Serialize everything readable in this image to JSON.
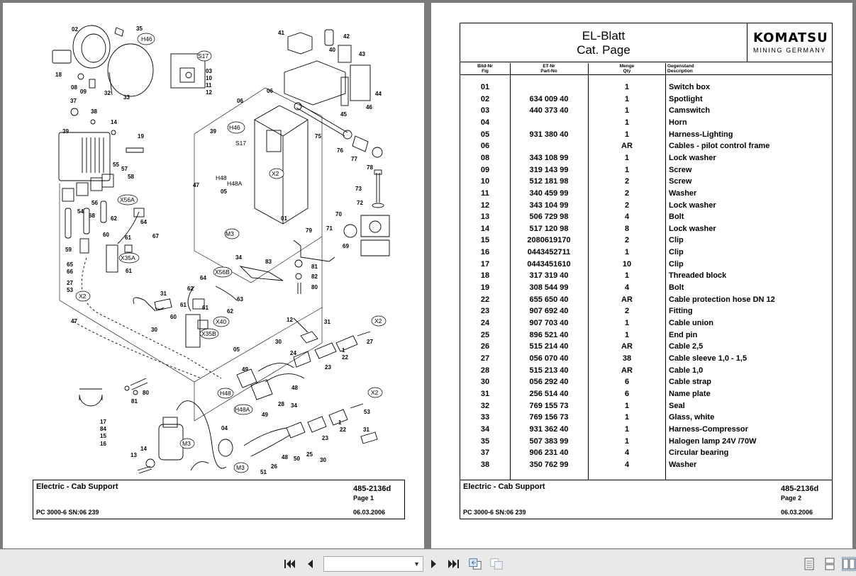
{
  "left_page": {
    "footer": {
      "title": "Electric - Cab Support",
      "doc_no": "485-2136d",
      "page": "Page 1",
      "model": "PC 3000-6 SN:06 239",
      "date": "06.03.2006"
    },
    "callouts": [
      "02",
      "35",
      "H46",
      "18",
      "08",
      "09",
      "32",
      "33",
      "37",
      "38",
      "14",
      "39",
      "19",
      "55",
      "57",
      "58",
      "54",
      "56",
      "68",
      "X56A",
      "64",
      "62",
      "60",
      "61",
      "67",
      "59",
      "65",
      "66",
      "X35A",
      "61",
      "27",
      "53",
      "X2",
      "47",
      "41",
      "42",
      "40",
      "43",
      "44",
      "46",
      "45",
      "S17",
      "03",
      "10",
      "11",
      "12",
      "06",
      "06",
      "H46",
      "39",
      "S17",
      "75",
      "76",
      "77",
      "78",
      "73",
      "72",
      "70",
      "71",
      "69",
      "X2",
      "H48",
      "H48A",
      "47",
      "05",
      "01",
      "79",
      "M3",
      "34",
      "83",
      "81",
      "82",
      "80",
      "64",
      "X56B",
      "62",
      "61",
      "31",
      "61",
      "63",
      "62",
      "60",
      "X40",
      "X35B",
      "30",
      "12",
      "31",
      "X2",
      "27",
      "24",
      "1",
      "22",
      "30",
      "05",
      "23",
      "49",
      "48",
      "H48",
      "H48A",
      "28",
      "49",
      "34",
      "X2",
      "53",
      "1",
      "22",
      "31",
      "25",
      "23",
      "17",
      "84",
      "15",
      "16",
      "81",
      "80",
      "04",
      "13",
      "14",
      "M3",
      "M3",
      "51",
      "26",
      "48",
      "50",
      "30"
    ]
  },
  "right_page": {
    "header": {
      "title_line1": "EL-Blatt",
      "title_line2": "Cat. Page",
      "logo_main": "KOMATSU",
      "logo_sub": "MINING GERMANY"
    },
    "columns": {
      "fig_de": "Bild-Nr",
      "fig_en": "Fig",
      "part_de": "ET-Nr",
      "part_en": "Part-No",
      "qty_de": "Menge",
      "qty_en": "Qty",
      "desc_de": "Gegenstand",
      "desc_en": "Description"
    },
    "rows": [
      {
        "fig": "01",
        "part": "",
        "qty": "1",
        "desc": "Switch box"
      },
      {
        "fig": "02",
        "part": "634 009 40",
        "qty": "1",
        "desc": "Spotlight"
      },
      {
        "fig": "03",
        "part": "440 373 40",
        "qty": "1",
        "desc": "Camswitch"
      },
      {
        "fig": "04",
        "part": "",
        "qty": "1",
        "desc": "Horn"
      },
      {
        "fig": "05",
        "part": "931 380 40",
        "qty": "1",
        "desc": "Harness-Lighting"
      },
      {
        "fig": "06",
        "part": "",
        "qty": "AR",
        "desc": "Cables - pilot control frame"
      },
      {
        "fig": "08",
        "part": "343 108 99",
        "qty": "1",
        "desc": "Lock washer"
      },
      {
        "fig": "09",
        "part": "319 143 99",
        "qty": "1",
        "desc": "Screw"
      },
      {
        "fig": "10",
        "part": "512 181 98",
        "qty": "2",
        "desc": "Screw"
      },
      {
        "fig": "11",
        "part": "340 459 99",
        "qty": "2",
        "desc": "Washer"
      },
      {
        "fig": "12",
        "part": "343 104 99",
        "qty": "2",
        "desc": "Lock washer"
      },
      {
        "fig": "13",
        "part": "506 729 98",
        "qty": "4",
        "desc": "Bolt"
      },
      {
        "fig": "14",
        "part": "517 120 98",
        "qty": "8",
        "desc": "Lock washer"
      },
      {
        "fig": "15",
        "part": "2080619170",
        "qty": "2",
        "desc": "Clip"
      },
      {
        "fig": "16",
        "part": "0443452711",
        "qty": "1",
        "desc": "Clip"
      },
      {
        "fig": "17",
        "part": "0443451610",
        "qty": "10",
        "desc": "Clip"
      },
      {
        "fig": "18",
        "part": "317 319 40",
        "qty": "1",
        "desc": "Threaded block"
      },
      {
        "fig": "19",
        "part": "308 544 99",
        "qty": "4",
        "desc": "Bolt"
      },
      {
        "fig": "22",
        "part": "655 650 40",
        "qty": "AR",
        "desc": "Cable protection hose DN 12"
      },
      {
        "fig": "23",
        "part": "907 692 40",
        "qty": "2",
        "desc": "Fitting"
      },
      {
        "fig": "24",
        "part": "907 703 40",
        "qty": "1",
        "desc": "Cable union"
      },
      {
        "fig": "25",
        "part": "896 521 40",
        "qty": "1",
        "desc": "End pin"
      },
      {
        "fig": "26",
        "part": "515 214 40",
        "qty": "AR",
        "desc": "Cable 2,5"
      },
      {
        "fig": "27",
        "part": "056 070 40",
        "qty": "38",
        "desc": "Cable sleeve 1,0 - 1,5"
      },
      {
        "fig": "28",
        "part": "515 213 40",
        "qty": "AR",
        "desc": "Cable 1,0"
      },
      {
        "fig": "30",
        "part": "056 292 40",
        "qty": "6",
        "desc": "Cable strap"
      },
      {
        "fig": "31",
        "part": "256 514 40",
        "qty": "6",
        "desc": "Name plate"
      },
      {
        "fig": "32",
        "part": "769 155 73",
        "qty": "1",
        "desc": "Seal"
      },
      {
        "fig": "33",
        "part": "769 156 73",
        "qty": "1",
        "desc": "Glass, white"
      },
      {
        "fig": "34",
        "part": "931 362 40",
        "qty": "1",
        "desc": "Harness-Compressor"
      },
      {
        "fig": "35",
        "part": "507 383 99",
        "qty": "1",
        "desc": "Halogen lamp 24V /70W"
      },
      {
        "fig": "37",
        "part": "906 231 40",
        "qty": "4",
        "desc": "Circular bearing"
      },
      {
        "fig": "38",
        "part": "350 762 99",
        "qty": "4",
        "desc": "Washer"
      }
    ],
    "footer": {
      "title": "Electric - Cab Support",
      "doc_no": "485-2136d",
      "page": "Page 2",
      "model": "PC 3000-6 SN:06 239",
      "date": "06.03.2006"
    }
  },
  "toolbar": {
    "first_icon": "first-page-icon",
    "prev_icon": "previous-page-icon",
    "next_icon": "next-page-icon",
    "last_icon": "last-page-icon",
    "page_select_value": ""
  }
}
